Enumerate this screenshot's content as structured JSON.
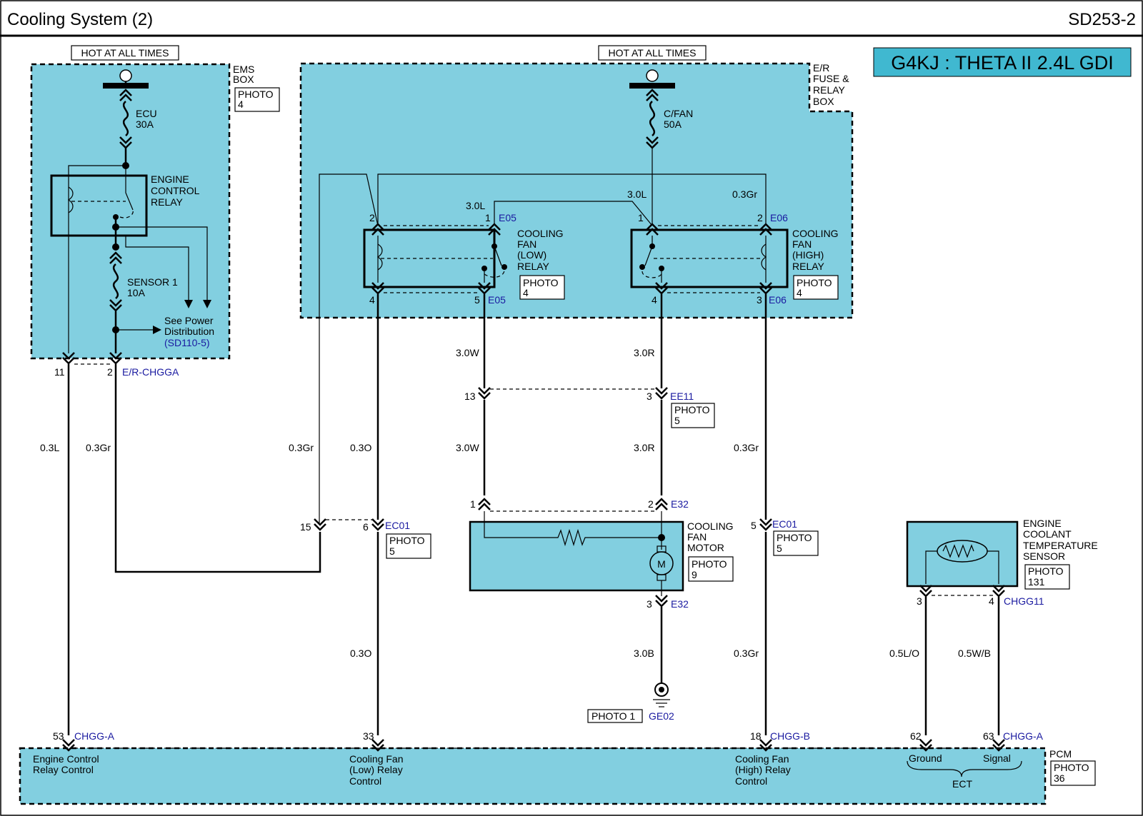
{
  "header": {
    "title": "Cooling System (2)",
    "code": "SD253-2"
  },
  "engine_label": "G4KJ : THETA II 2.4L GDI",
  "hot_at_all_times": "HOT AT ALL TIMES",
  "ems_box": {
    "name": [
      "EMS",
      "BOX"
    ],
    "photo": [
      "PHOTO",
      "4"
    ],
    "fuse_ecu": [
      "ECU",
      "30A"
    ],
    "relay": [
      "ENGINE",
      "CONTROL",
      "RELAY"
    ],
    "fuse_sensor": [
      "SENSOR 1",
      "10A"
    ],
    "see_power": [
      "See Power",
      "Distribution"
    ],
    "see_power_ref": "(SD110-5)"
  },
  "er_box": {
    "name": [
      "E/R",
      "FUSE &",
      "RELAY",
      "BOX"
    ],
    "fuse_cfan": [
      "C/FAN",
      "50A"
    ],
    "low_relay": [
      "COOLING",
      "FAN",
      "(LOW)",
      "RELAY"
    ],
    "low_photo": [
      "PHOTO",
      "4"
    ],
    "high_relay": [
      "COOLING",
      "FAN",
      "(HIGH)",
      "RELAY"
    ],
    "high_photo": [
      "PHOTO",
      "4"
    ]
  },
  "connectors": {
    "e05": "E05",
    "e06": "E06",
    "erchgga": "E/R-CHGGA",
    "ee11": "EE11",
    "ec01": "EC01",
    "e32": "E32",
    "ge02": "GE02",
    "chgga": "CHGG-A",
    "chggb": "CHGG-B",
    "chgg11": "CHGG11"
  },
  "pins": {
    "lr2": "2",
    "lr1": "1",
    "lr4": "4",
    "lr5": "5",
    "hr1": "1",
    "hr2": "2",
    "hr4": "4",
    "hr3": "3",
    "ems11": "11",
    "ems2": "2",
    "ee13": "13",
    "ee3": "3",
    "e32_1": "1",
    "e32_2": "2",
    "e32_3": "3",
    "ec15": "15",
    "ec6": "6",
    "ec5": "5",
    "ect3": "3",
    "ect4": "4",
    "pcm53": "53",
    "pcm33": "33",
    "pcm18": "18",
    "pcm62": "62",
    "pcm63": "63"
  },
  "wires": {
    "l30a": "3.0L",
    "l30b": "3.0L",
    "gr03top": "0.3Gr",
    "w30a": "3.0W",
    "w30b": "3.0W",
    "r30a": "3.0R",
    "r30b": "3.0R",
    "l03": "0.3L",
    "gr03a": "0.3Gr",
    "gr03b": "0.3Gr",
    "o03a": "0.3O",
    "o03b": "0.3O",
    "gr03c": "0.3Gr",
    "gr03d": "0.3Gr",
    "b30": "3.0B",
    "lo05": "0.5L/O",
    "wb05": "0.5W/B"
  },
  "ee11_photo": [
    "PHOTO",
    "5"
  ],
  "ec01_photo_a": [
    "PHOTO",
    "5"
  ],
  "ec01_photo_b": [
    "PHOTO",
    "5"
  ],
  "motor": {
    "name": [
      "COOLING",
      "FAN",
      "MOTOR"
    ],
    "photo": [
      "PHOTO",
      "9"
    ],
    "symbol": "M"
  },
  "ground_photo": "PHOTO 1",
  "sensor": {
    "name": [
      "ENGINE",
      "COOLANT",
      "TEMPERATURE",
      "SENSOR"
    ],
    "photo": [
      "PHOTO",
      "131"
    ]
  },
  "pcm": {
    "name": "PCM",
    "photo": [
      "PHOTO",
      "36"
    ],
    "engine_ctrl": [
      "Engine Control",
      "Relay Control"
    ],
    "low_ctrl": [
      "Cooling Fan",
      "(Low) Relay",
      "Control"
    ],
    "high_ctrl": [
      "Cooling Fan",
      "(High) Relay",
      "Control"
    ],
    "ground": "Ground",
    "signal": "Signal",
    "ect": "ECT"
  }
}
